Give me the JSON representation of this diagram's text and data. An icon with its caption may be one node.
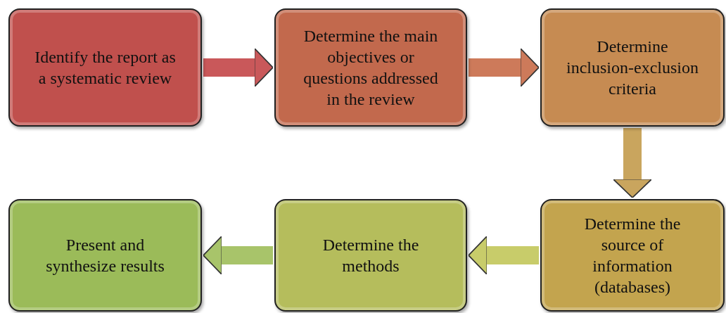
{
  "diagram": {
    "nodes": [
      {
        "text": [
          "Identify the report as a systematic review"
        ]
      },
      {
        "text": [
          "Determine the main objectives or questions addressed in the review"
        ]
      },
      {
        "text": [
          "Determine inclusion-exclusion criteria"
        ]
      },
      {
        "text": [
          "Present and synthesize results"
        ]
      },
      {
        "text": [
          "Determine the methods"
        ]
      },
      {
        "text": [
          "Determine the source of information (databases)"
        ]
      }
    ],
    "edges": [
      {
        "from": 0,
        "to": 1,
        "arrow": "to",
        "color": "#c9585a"
      },
      {
        "from": 1,
        "to": 2,
        "arrow": "to",
        "color": "#cd7a5a"
      },
      {
        "from": 2,
        "to": 5,
        "arrow": "to",
        "color": "#c9a55e"
      },
      {
        "from": 5,
        "to": 4,
        "arrow": "to",
        "color": "#c8cc6a"
      },
      {
        "from": 4,
        "to": 3,
        "arrow": "to",
        "color": "#a8c46a"
      }
    ]
  }
}
